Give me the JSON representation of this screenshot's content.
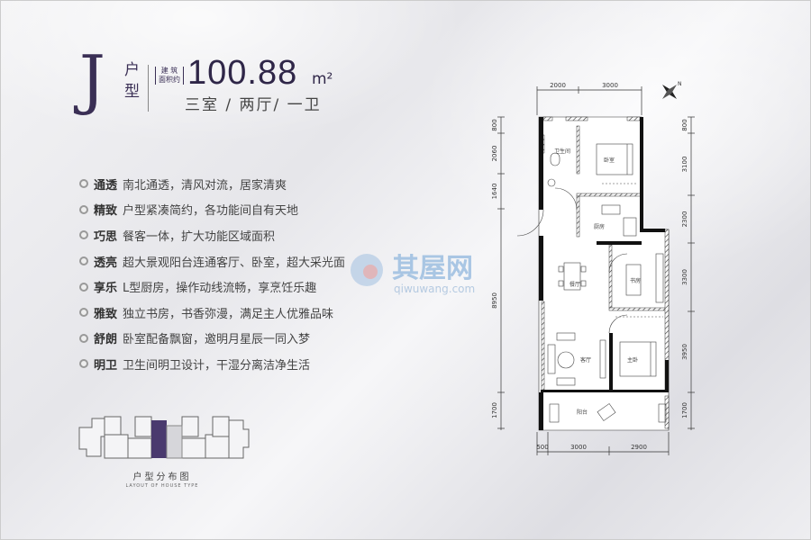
{
  "header": {
    "type_letter": "J",
    "type_suffix_1": "户",
    "type_suffix_2": "型",
    "area_label": "建 筑 面积约",
    "area": "100.88",
    "area_unit": "m²",
    "layout": "三室 / 两厅/ 一卫"
  },
  "features": [
    {
      "title": "通透",
      "text": "南北通透，清风对流，居家清爽"
    },
    {
      "title": "精致",
      "text": "户型紧凑简约，各功能间自有天地"
    },
    {
      "title": "巧思",
      "text": "餐客一体，扩大功能区域面积"
    },
    {
      "title": "透亮",
      "text": "超大景观阳台连通客厅、卧室，超大采光面"
    },
    {
      "title": "享乐",
      "text": "L型厨房，操作动线流畅，享烹饪乐趣"
    },
    {
      "title": "雅致",
      "text": "独立书房，书香弥漫，满足主人优雅品味"
    },
    {
      "title": "舒朗",
      "text": "卧室配备飘窗，邀明月星辰一同入梦"
    },
    {
      "title": "明卫",
      "text": "卫生间明卫设计，干湿分离洁净生活"
    }
  ],
  "keyplan": {
    "title": "户型分布图",
    "subtitle": "LAYOUT OF HOUSE TYPE"
  },
  "watermark": {
    "cn": "其屋网",
    "en": "qiwuwang.com"
  },
  "plan": {
    "rooms": {
      "bath": "卫生间",
      "bedroom": "卧室",
      "kitchen": "厨房",
      "dining": "餐厅",
      "study": "书房",
      "living": "客厅",
      "master": "主卧",
      "balcony": "阳台"
    },
    "dims_top": [
      "2000",
      "3000"
    ],
    "dims_left": [
      "800",
      "2060",
      "1640",
      "8950",
      "1700"
    ],
    "dims_right": [
      "800",
      "3100",
      "2300",
      "3300",
      "3950",
      "1700"
    ],
    "dims_bottom": [
      "500",
      "3000",
      "2900"
    ],
    "compass": "N"
  },
  "colors": {
    "accent": "#3a2f55",
    "highlight_unit": "#4a3a6e"
  }
}
